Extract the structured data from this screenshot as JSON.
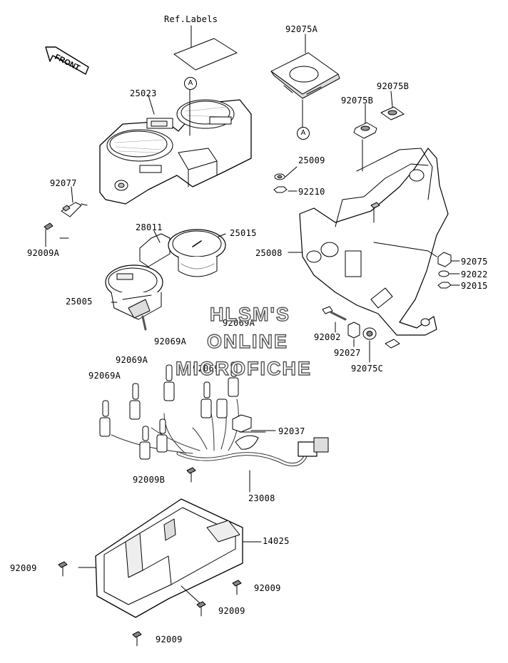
{
  "watermark": {
    "line1": "HLSM'S",
    "line2": "ONLINE",
    "line3": "MICROFICHE"
  },
  "front_arrow": "FRONT",
  "callout_a": "A",
  "labels": {
    "ref_labels": "Ref.Labels",
    "p92075a": "92075A",
    "p92075b_top": "92075B",
    "p92075b": "92075B",
    "p25023": "25023",
    "p25009": "25009",
    "p92210": "92210",
    "p92077": "92077",
    "p92009a": "92009A",
    "p28011": "28011",
    "p25015": "25015",
    "p25008": "25008",
    "p92075": "92075",
    "p92022": "92022",
    "p92015": "92015",
    "p25005": "25005",
    "p92069a_top": "92069A",
    "p92069a_1": "92069A",
    "p92069a_2": "92069A",
    "p92069a_3": "92069A",
    "p92069": "92069",
    "p92002": "92002",
    "p92027": "92027",
    "p92075c": "92075C",
    "p92037": "92037",
    "p92009b": "92009B",
    "p23008": "23008",
    "p14025": "14025",
    "p92009_left": "92009",
    "p92009_r1": "92009",
    "p92009_r2": "92009",
    "p92009_bottom": "92009"
  }
}
